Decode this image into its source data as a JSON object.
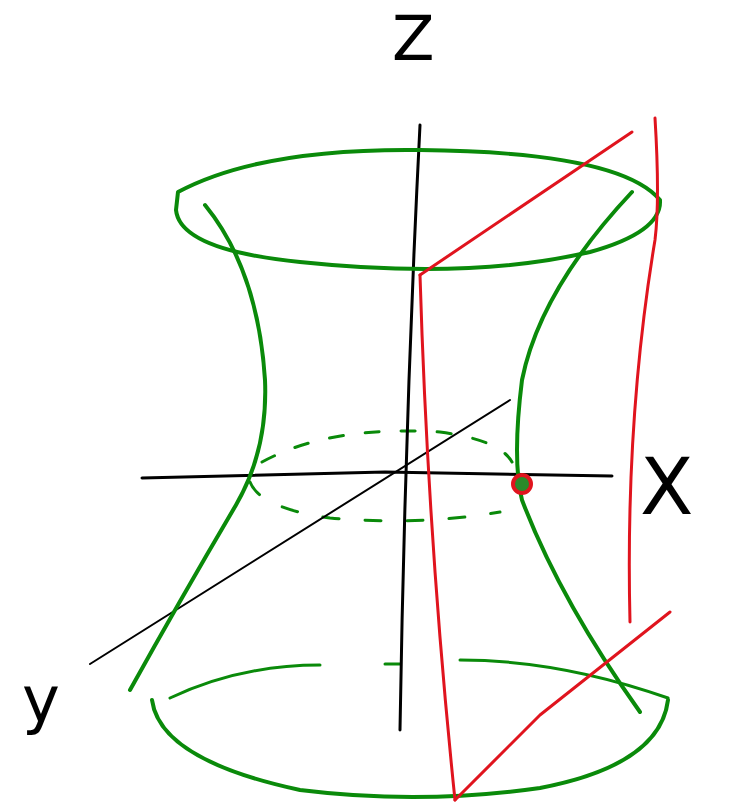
{
  "diagram": {
    "labels": [
      "Z",
      "y",
      "X"
    ]
  }
}
